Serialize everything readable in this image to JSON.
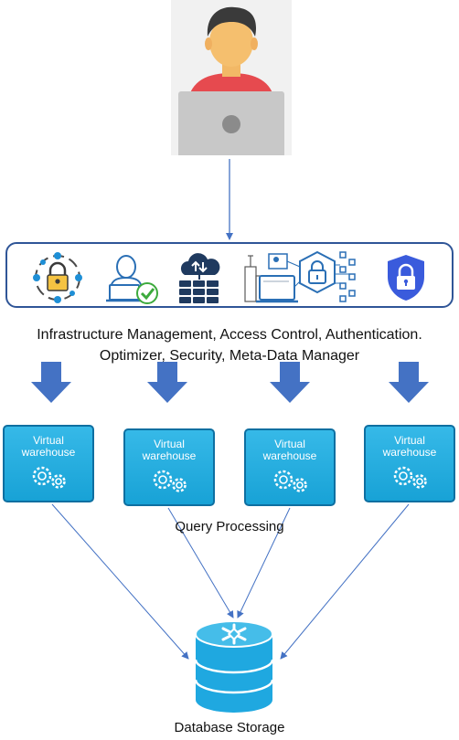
{
  "diagram": {
    "user": {
      "icon": "user-at-laptop-icon"
    },
    "services": {
      "icons": [
        "lock-network-icon",
        "user-verified-laptop-icon",
        "cloud-server-icon",
        "secure-city-data-icon",
        "security-shield-icon"
      ],
      "caption_line1": "Infrastructure Management, Access Control, Authentication.",
      "caption_line2": "Optimizer, Security, Meta-Data Manager"
    },
    "warehouses": [
      {
        "label": "Virtual warehouse"
      },
      {
        "label": "Virtual warehouse"
      },
      {
        "label": "Virtual warehouse"
      },
      {
        "label": "Virtual warehouse"
      }
    ],
    "query_processing_label": "Query Processing",
    "storage": {
      "icon": "snowflake-database-icon",
      "label": "Database Storage"
    },
    "colors": {
      "arrow_blue": "#4472c4",
      "box_border": "#2f5597",
      "warehouse_fill": "#1fa9dd",
      "database_fill": "#1fa8e0"
    }
  }
}
